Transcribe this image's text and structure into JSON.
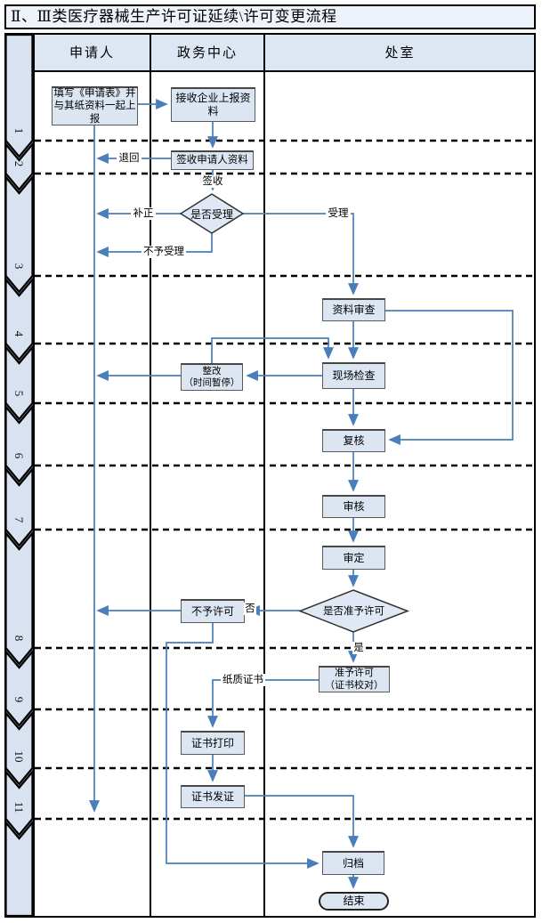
{
  "title": "Ⅱ、Ⅲ类医疗器械生产许可证延续\\许可变更流程",
  "lanes": {
    "applicant": "申请人",
    "service_center": "政务中心",
    "office": "处室"
  },
  "steps": [
    "1",
    "2",
    "3",
    "4",
    "5",
    "6",
    "7",
    "8",
    "9",
    "10",
    "11"
  ],
  "nodes": {
    "fill_form": "填写《申请表》并\n与其纸资料一起上\n报",
    "receive_materials": "接收企业上报资料",
    "sign_materials": "签收申请人资料",
    "accept_decision": "是否受理",
    "material_review": "资料审查",
    "onsite_inspection": "现场检查",
    "rectification": "整改\n（时间暂停）",
    "recheck": "复核",
    "review": "审核",
    "final_review": "审定",
    "license_decision": "是否准予许可",
    "deny_license": "不予许可",
    "grant_license": "准予许可\n（证书校对）",
    "print_certificate": "证书打印",
    "issue_certificate": "证书发证",
    "archive": "归档",
    "end": "结束"
  },
  "edge_labels": {
    "return_back": "退回",
    "sign_in": "签收",
    "correct": "补正",
    "not_accepted": "不予受理",
    "accepted": "受理",
    "no": "否",
    "yes": "是",
    "paper_certificate": "纸质证书"
  },
  "colors": {
    "flow_line": "#4a7ebb",
    "band_fill": "#d8e2f0",
    "node_fill": "#dce6f3",
    "header_fill": "#dde7f3",
    "title_fill": "#eef3fb",
    "border": "#000000"
  }
}
